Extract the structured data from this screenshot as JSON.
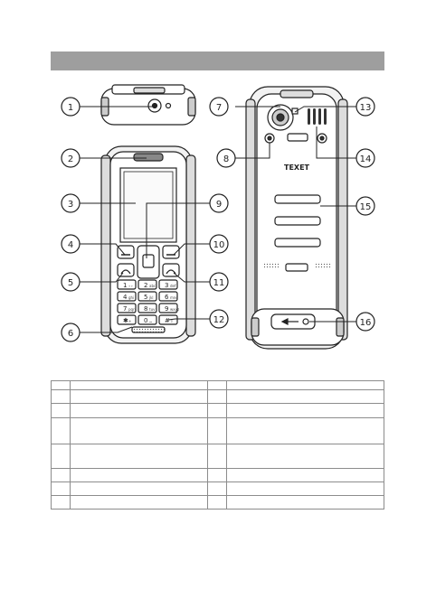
{
  "section": {
    "title": ""
  },
  "callouts": [
    "1",
    "2",
    "3",
    "4",
    "5",
    "6",
    "7",
    "8",
    "9",
    "10",
    "11",
    "12",
    "13",
    "14",
    "15",
    "16"
  ],
  "phone_front": {
    "keys": [
      "1",
      "2",
      "3",
      "4",
      "5",
      "6",
      "7",
      "8",
      "9",
      "✱",
      "0",
      "#"
    ],
    "key_subs": [
      "∘∘",
      "abc",
      "def",
      "ghi",
      "jkl",
      "mno",
      "pqrs",
      "tuv",
      "wxyz",
      "+",
      "⌴",
      "⇧"
    ]
  },
  "phone_back": {
    "brand": "TEXET"
  },
  "legend": {
    "rows": [
      [
        "",
        "",
        "",
        ""
      ],
      [
        "",
        "",
        "",
        ""
      ],
      [
        "",
        "",
        "",
        ""
      ],
      [
        "",
        "",
        "",
        ""
      ],
      [
        "",
        "",
        "",
        ""
      ],
      [
        "",
        "",
        "",
        ""
      ],
      [
        "",
        "",
        "",
        ""
      ],
      [
        "",
        "",
        "",
        ""
      ]
    ]
  }
}
